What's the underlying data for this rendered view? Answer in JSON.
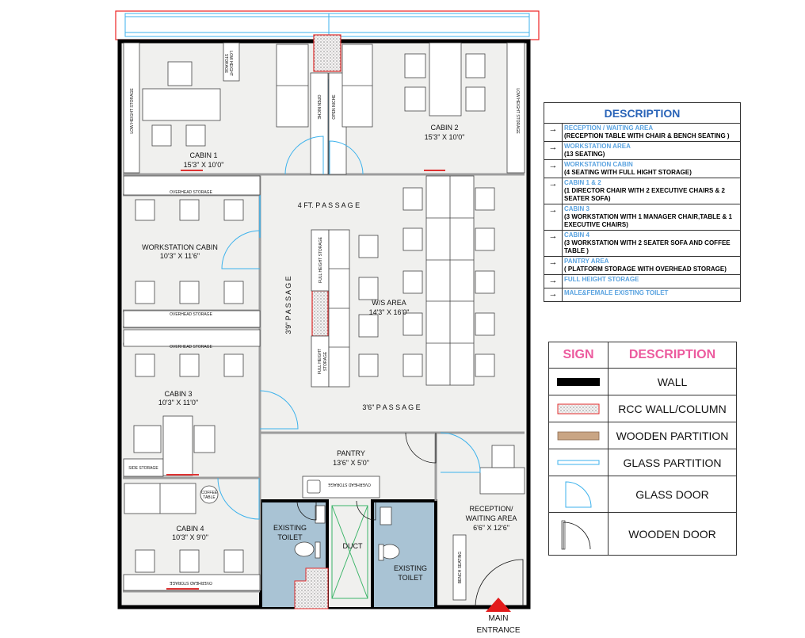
{
  "rooms": {
    "cabin1": {
      "name": "CABIN 1",
      "size": "15'3\" X 10'0\""
    },
    "cabin2": {
      "name": "CABIN 2",
      "size": "15'3\" X 10'0\""
    },
    "workstation_cabin": {
      "name": "WORKSTATION CABIN",
      "size": "10'3\" X 11'6\""
    },
    "cabin3": {
      "name": "CABIN 3",
      "size": "10'3\" X 11'0\""
    },
    "cabin4": {
      "name": "CABIN 4",
      "size": "10'3\" X 9'0\""
    },
    "ws_area": {
      "name": "W/S AREA",
      "size": "14'3\" X 16'0\""
    },
    "pantry": {
      "name": "PANTRY",
      "size": "13'6\" X 5'0\""
    },
    "reception": {
      "name1": "RECEPTION/",
      "name2": "WAITING AREA",
      "size": "6'6\" X 12'6\""
    },
    "toilet_left": {
      "line1": "EXISTING",
      "line2": "TOILET"
    },
    "toilet_right": {
      "line1": "EXISTING",
      "line2": "TOILET"
    },
    "duct": "DUCT"
  },
  "passages": {
    "top": "4 FT. P A S S A G E",
    "vertical": "3'9\" P A S S A G E",
    "bottom": "3'6\" P A S S A G E"
  },
  "storage_labels": {
    "overhead": "OVERHEAD STORAGE",
    "overhead_mirrored": "OVERHEAD STORAGE",
    "low_height": "LOW HEIGHT STORAGE",
    "low_height_line1": "LOW HEIGHT",
    "low_height_line2": "STORAGE",
    "open_niche": "OPEN NICHE",
    "full_height": "FULL HEIGHT STORAGE",
    "full_height_line1": "FULL HEIGHT",
    "full_height_line2": "STORAGE",
    "side_storage": "SIDE STORAGE",
    "bench_seating": "BENCH SEATING",
    "coffee_line1": "COFFEE",
    "coffee_line2": "TABLE"
  },
  "entrance": {
    "line1": "MAIN",
    "line2": "ENTRANCE"
  },
  "description": {
    "title": "DESCRIPTION",
    "arrow": "→",
    "rows": [
      {
        "head": "RECEPTION / WAITING AREA",
        "detail": "(RECEPTION TABLE  WITH CHAIR &  BENCH SEATING )"
      },
      {
        "head": "WORKSTATION AREA",
        "detail": "(13 SEATING)"
      },
      {
        "head": "WORKSTATION CABIN",
        "detail": "(4 SEATING WITH FULL HIGHT STORAGE)"
      },
      {
        "head": "CABIN 1  & 2",
        "detail": "(1 DIRECTOR CHAIR WITH 2 EXECUTIVE CHAIRS & 2 SEATER SOFA)"
      },
      {
        "head": "CABIN 3",
        "detail": "(3 WORKSTATION WITH 1 MANAGER CHAIR,TABLE & 1 EXECUTIVE CHAIRS)"
      },
      {
        "head": "CABIN 4",
        "detail": "(3 WORKSTATION WITH 2 SEATER SOFA AND COFFEE TABLE  )"
      },
      {
        "head": "PANTRY AREA",
        "detail": "( PLATFORM STORAGE WITH OVERHEAD STORAGE)"
      },
      {
        "head": "FULL HEIGHT STORAGE",
        "detail": ""
      },
      {
        "head": "MALE&FEMALE EXISTING TOILET",
        "detail": ""
      }
    ]
  },
  "legend": {
    "sign_header": "SIGN",
    "desc_header": "DESCRIPTION",
    "rows": [
      {
        "label": "WALL",
        "symbol": "wall-symbol-icon"
      },
      {
        "label": "RCC WALL/COLUMN",
        "symbol": "rcc-column-symbol-icon"
      },
      {
        "label": "WOODEN PARTITION",
        "symbol": "wooden-partition-symbol-icon"
      },
      {
        "label": "GLASS PARTITION",
        "symbol": "glass-partition-symbol-icon"
      },
      {
        "label": "GLASS DOOR",
        "symbol": "glass-door-symbol-icon"
      },
      {
        "label": "WOODEN DOOR",
        "symbol": "wooden-door-symbol-icon"
      }
    ]
  },
  "colors": {
    "wall": "#000000",
    "rcc_fill": "#f4d0d4",
    "rcc_stroke": "#e02b2b",
    "glass": "#3db2ec",
    "floor": "#f0f0ee",
    "toilet": "#a9c3d4",
    "partition": "#b79a88",
    "desc_heading": "#2a64b8",
    "desc_item": "#5aa3e0",
    "legend_header": "#ec5a9e",
    "entrance_arrow": "#e31b1b"
  }
}
